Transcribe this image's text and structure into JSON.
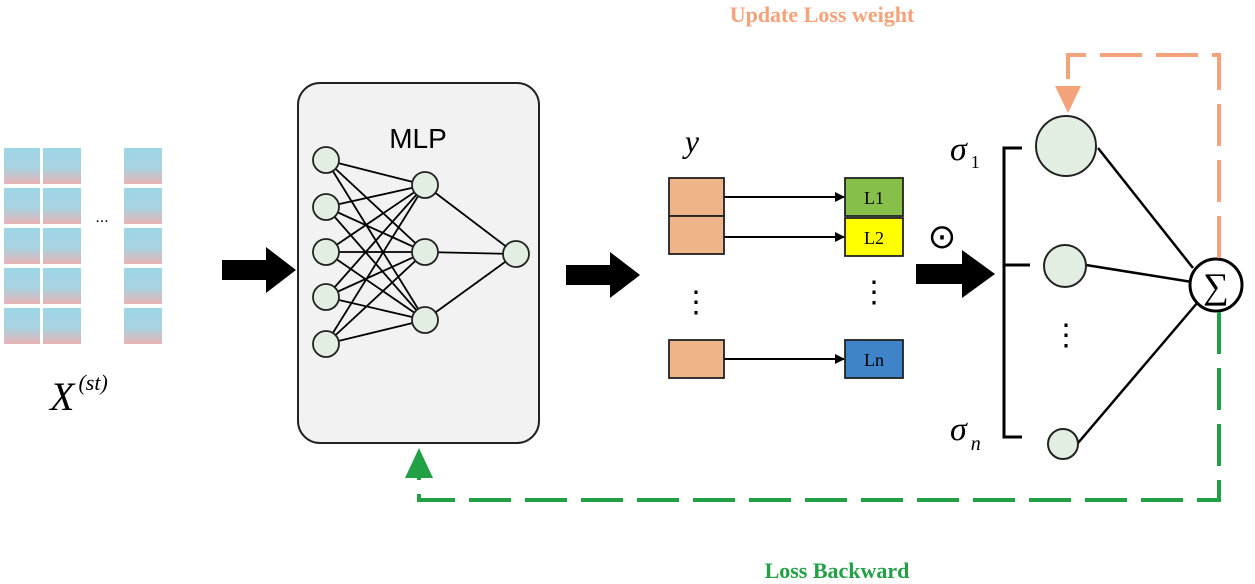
{
  "labels": {
    "update": "Update Loss weight",
    "backward": "Loss Backward",
    "mlp": "MLP",
    "y": "y",
    "x_main": "X",
    "x_sup": "(st)",
    "ellipsis_h": "...",
    "hadamard": "⊙",
    "sigma_first": "σ",
    "sigma_first_sub": "1",
    "sigma_last": "σ",
    "sigma_last_sub": "n",
    "sum": "∑",
    "vdots": "⋮"
  },
  "losses": [
    "L1",
    "L2",
    "Ln"
  ],
  "colors": {
    "update": "#f4a27a",
    "backward": "#22a046",
    "node_fill": "#e3eee3",
    "output_fill": "#f0b48a",
    "l1": "#86c04b",
    "l2": "#ffff00",
    "ln": "#3f84c9",
    "tile_top": "#9ed6e6",
    "tile_bottom": "#e7b2b5",
    "mlp_fill": "#f2f2f2"
  }
}
